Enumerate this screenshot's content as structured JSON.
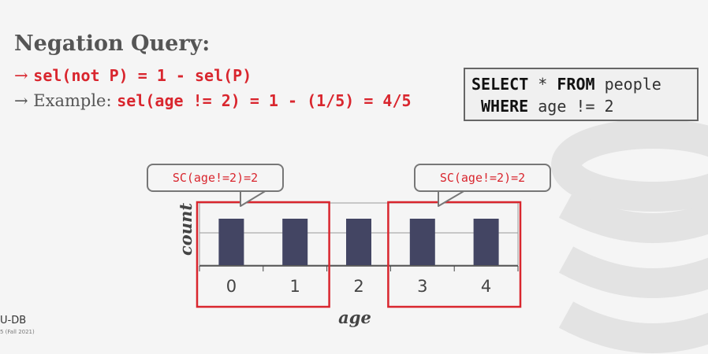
{
  "slide": {
    "title": "Negation Query:",
    "bullet1": {
      "arrow": "→",
      "code": "sel(not P) = 1 - sel(P)"
    },
    "bullet2": {
      "arrow": "→",
      "prefix": "Example: ",
      "code": "sel(age != 2) = 1 - (1/5) = 4/5"
    }
  },
  "sql": {
    "line1_kw1": "SELECT",
    "line1_rest": " * ",
    "line1_kw2": "FROM",
    "line1_table": " people",
    "line2_kw": "WHERE",
    "line2_rest": " age != 2"
  },
  "callouts": {
    "left": "SC(age!=2)=2",
    "right": "SC(age!=2)=2"
  },
  "chart_data": {
    "type": "bar",
    "categories": [
      "0",
      "1",
      "2",
      "3",
      "4"
    ],
    "values": [
      1,
      1,
      1,
      1,
      1
    ],
    "xlabel": "age",
    "ylabel": "count",
    "grid": true,
    "bar_color": "#434563",
    "highlight_color": "#d9262e",
    "highlight_groups": [
      [
        "0",
        "1"
      ],
      [
        "3",
        "4"
      ]
    ]
  },
  "footer": {
    "text": "U-DB",
    "subtext": "5 (Fall 2021)"
  }
}
